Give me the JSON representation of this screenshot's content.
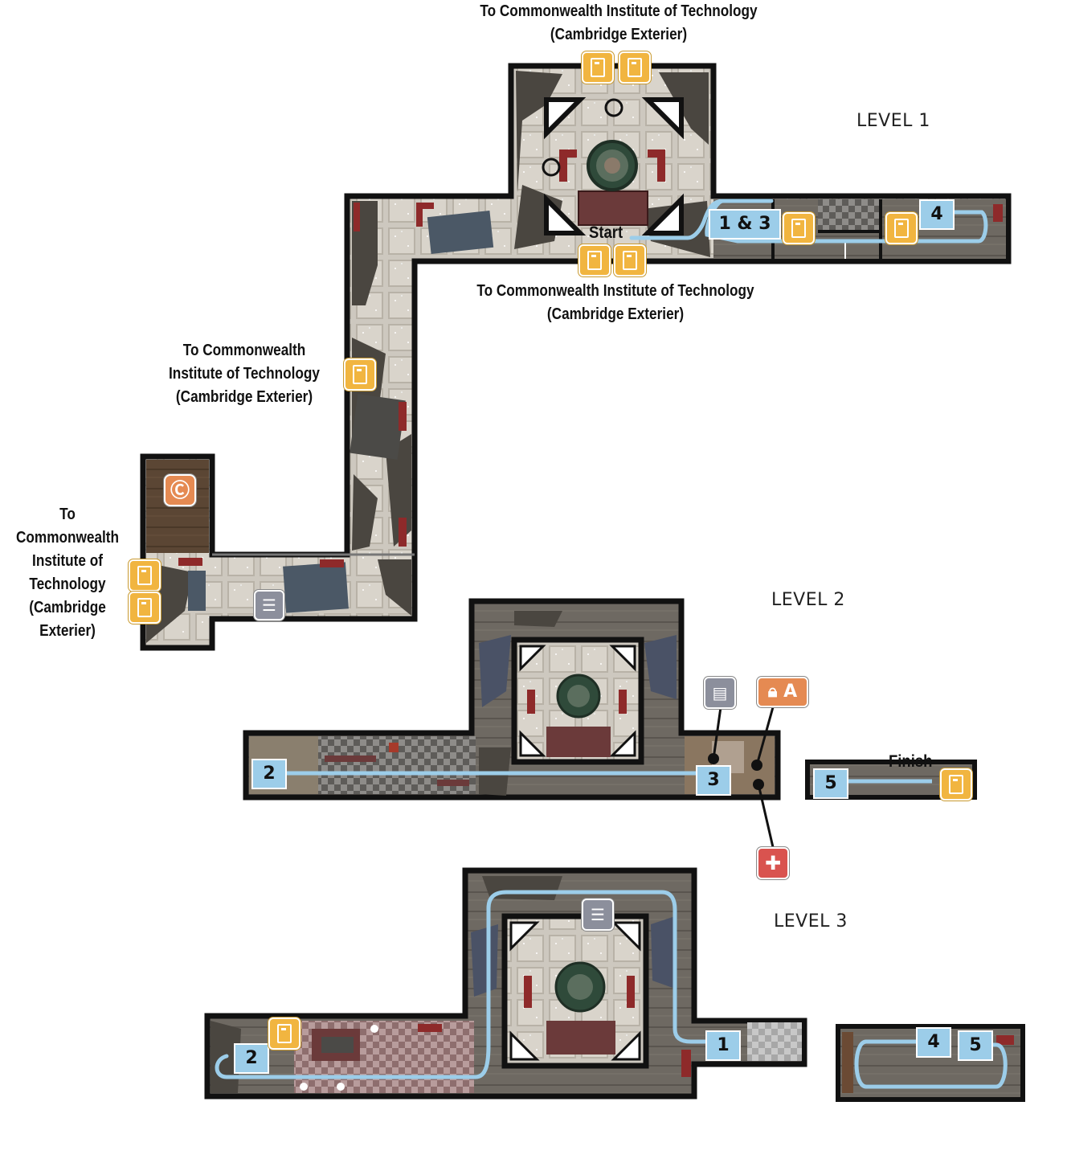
{
  "colors": {
    "wall": "#111111",
    "floor_tile": "#c9c4bb",
    "floor_wood": "#6f6a63",
    "rubble": "#3f3b36",
    "route": "#9ccde9",
    "door_badge": "#f1b540",
    "gear_badge": "#e58a52",
    "terminal_badge": "#8c8f9c",
    "medkit_badge": "#d9534f",
    "furniture_red": "#8e2a2a",
    "crate_blue": "#4a5a6a"
  },
  "levels": {
    "level1": "LEVEL 1",
    "level2": "LEVEL 2",
    "level3": "LEVEL 3"
  },
  "exits": {
    "top": {
      "line1": "To Commonwealth Institute of Technology",
      "line2": "(Cambridge Exterier)"
    },
    "bottom": {
      "line1": "To Commonwealth Institute of Technology",
      "line2": "(Cambridge Exterier)"
    },
    "middle": {
      "line1": "To Commonwealth",
      "line2": "Institute of Technology",
      "line3": "(Cambridge Exterier)"
    },
    "left": {
      "line1": "To",
      "line2": "Commonwealth",
      "line3": "Institute of",
      "line4": "Technology",
      "line5": "(Cambridge",
      "line6": "Exterier)"
    }
  },
  "markers": {
    "start": "Start",
    "finish": "Finish"
  },
  "route_nodes": {
    "l1_a": "1 & 3",
    "l1_b": "4",
    "l2_a": "2",
    "l2_b": "3",
    "l2_c": "5",
    "l3_a": "2",
    "l3_b": "1",
    "l3_c": "4",
    "l3_d": "5"
  },
  "icons": {
    "door": "door-icon",
    "gear": "magazine-icon",
    "terminal": "terminal-icon",
    "workbench": "workbench-icon",
    "lock": "lock-icon",
    "lock_level": "A",
    "medkit": "medkit-icon"
  }
}
